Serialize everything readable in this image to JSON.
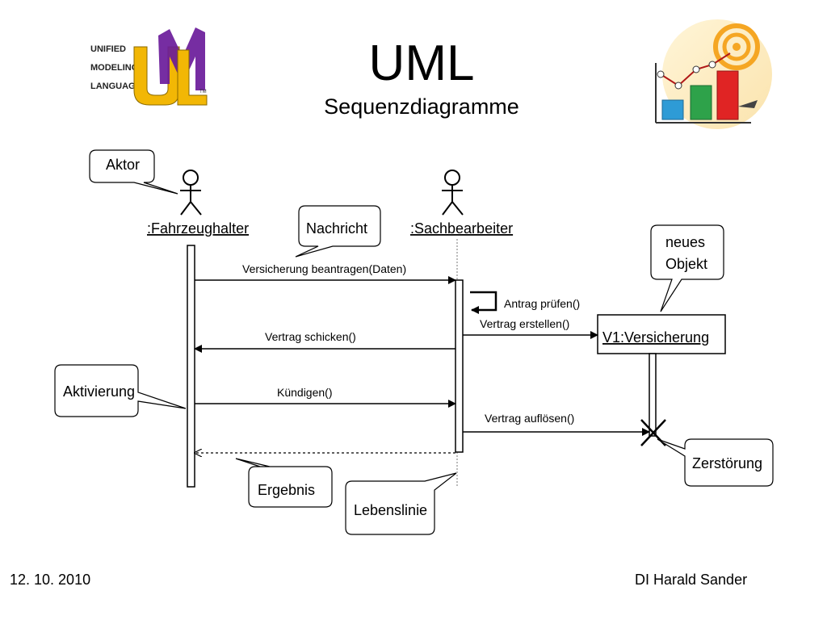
{
  "title": "UML",
  "subtitle": "Sequenzdiagramme",
  "logo": {
    "uml_lines": [
      "UNIFIED",
      "MODELING",
      "LANGUAGE"
    ],
    "uml_letters": "UML",
    "tm": "TM"
  },
  "lifelines": {
    "actor1": ":Fahrzeughalter",
    "actor2": ":Sachbearbeiter",
    "object": "V1:Versicherung"
  },
  "messages": {
    "m1": "Versicherung beantragen(Daten)",
    "m2": "Antrag prüfen()",
    "m3": "Vertrag erstellen()",
    "m4": "Vertrag schicken()",
    "m5": "Kündigen()",
    "m6": "Vertrag auflösen()"
  },
  "callouts": {
    "aktor": "Aktor",
    "nachricht": "Nachricht",
    "neues_objekt_line1": "neues",
    "neues_objekt_line2": "Objekt",
    "aktivierung": "Aktivierung",
    "zerstoerung": "Zerstörung",
    "ergebnis": "Ergebnis",
    "lebenslinie": "Lebenslinie"
  },
  "footer": {
    "date": "12. 10. 2010",
    "author": "DI Harald Sander"
  },
  "colors": {
    "logo_yellow": "#F2B705",
    "logo_purple": "#6A1B9A",
    "chart_blue": "#2E9BD6",
    "chart_green": "#2EA24A",
    "chart_red": "#E02424",
    "chart_target": "#F5A623"
  }
}
